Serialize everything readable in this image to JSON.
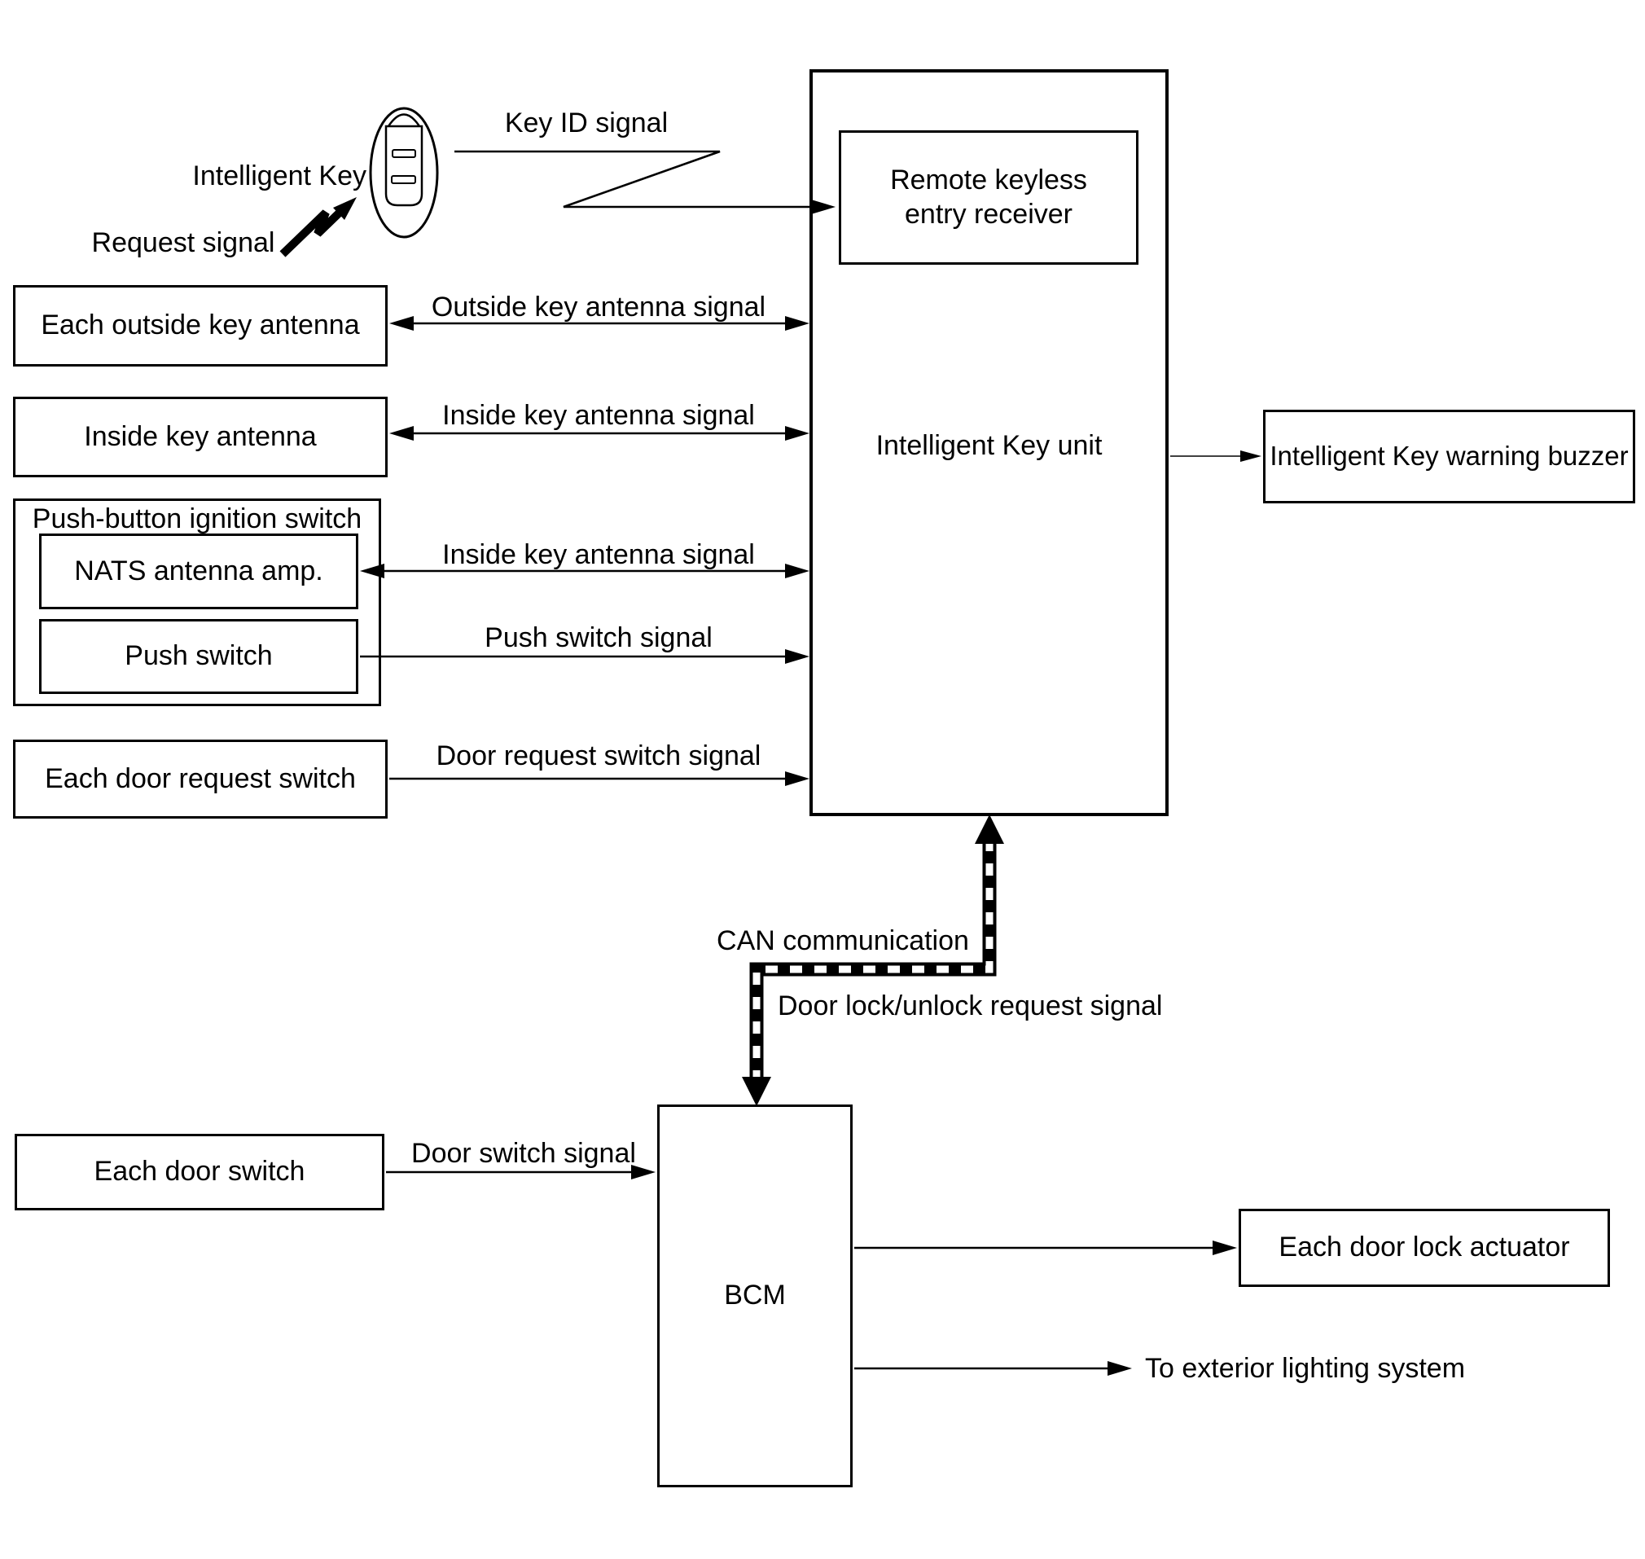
{
  "colors": {
    "ink": "#000000",
    "paper": "#ffffff"
  },
  "nodes": {
    "remote_receiver": {
      "label": "Remote keyless entry receiver"
    },
    "ik_unit": {
      "label": "Intelligent Key unit"
    },
    "warning_buzzer": {
      "label": "Intelligent Key warning buzzer"
    },
    "outside_antenna": {
      "label": "Each outside key antenna"
    },
    "inside_antenna": {
      "label": "Inside key antenna"
    },
    "ignition_switch": {
      "label": "Push-button ignition switch"
    },
    "nats_amp": {
      "label": "NATS antenna amp."
    },
    "push_switch": {
      "label": "Push switch"
    },
    "door_request_switch": {
      "label": "Each door request switch"
    },
    "door_switch": {
      "label": "Each door switch"
    },
    "bcm": {
      "label": "BCM"
    },
    "door_lock_actuator": {
      "label": "Each door lock actuator"
    }
  },
  "annotations": {
    "intelligent_key": "Intelligent Key",
    "request_signal": "Request signal",
    "key_id_signal": "Key ID signal",
    "outside_key_antenna_signal": "Outside key antenna signal",
    "inside_key_antenna_signal": "Inside key antenna signal",
    "inside_key_antenna_signal_2": "Inside key antenna signal",
    "push_switch_signal": "Push switch signal",
    "door_request_switch_signal": "Door request switch signal",
    "can_communication": "CAN communication",
    "door_lock_unlock_request_signal": "Door lock/unlock request signal",
    "door_switch_signal": "Door switch signal",
    "to_exterior_lighting": "To exterior lighting system"
  }
}
